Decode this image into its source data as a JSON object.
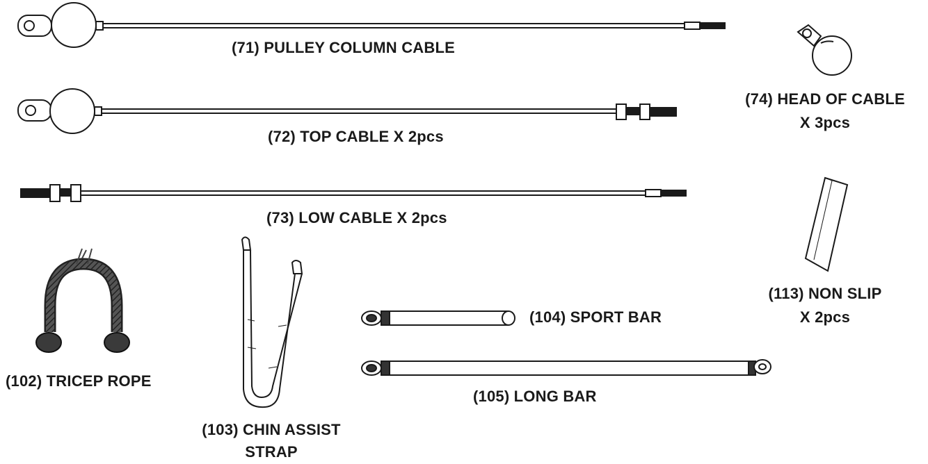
{
  "parts": [
    {
      "id": "71",
      "label": "(71) PULLEY COLUMN CABLE",
      "qty": ""
    },
    {
      "id": "72",
      "label": "(72) TOP CABLE X 2pcs",
      "qty": ""
    },
    {
      "id": "73",
      "label": "(73) LOW CABLE X 2pcs",
      "qty": ""
    },
    {
      "id": "74",
      "label": "(74) HEAD OF CABLE",
      "qty": "X 3pcs"
    },
    {
      "id": "102",
      "label": "(102) TRICEP ROPE",
      "qty": ""
    },
    {
      "id": "103",
      "label": "(103) CHIN ASSIST",
      "qty": "STRAP"
    },
    {
      "id": "104",
      "label": "(104) SPORT BAR",
      "qty": ""
    },
    {
      "id": "105",
      "label": "(105) LONG BAR",
      "qty": ""
    },
    {
      "id": "113",
      "label": "(113) NON SLIP",
      "qty": "X 2pcs"
    }
  ],
  "colors": {
    "stroke": "#1a1a1a",
    "fill": "#ffffff",
    "dark": "#333333"
  }
}
